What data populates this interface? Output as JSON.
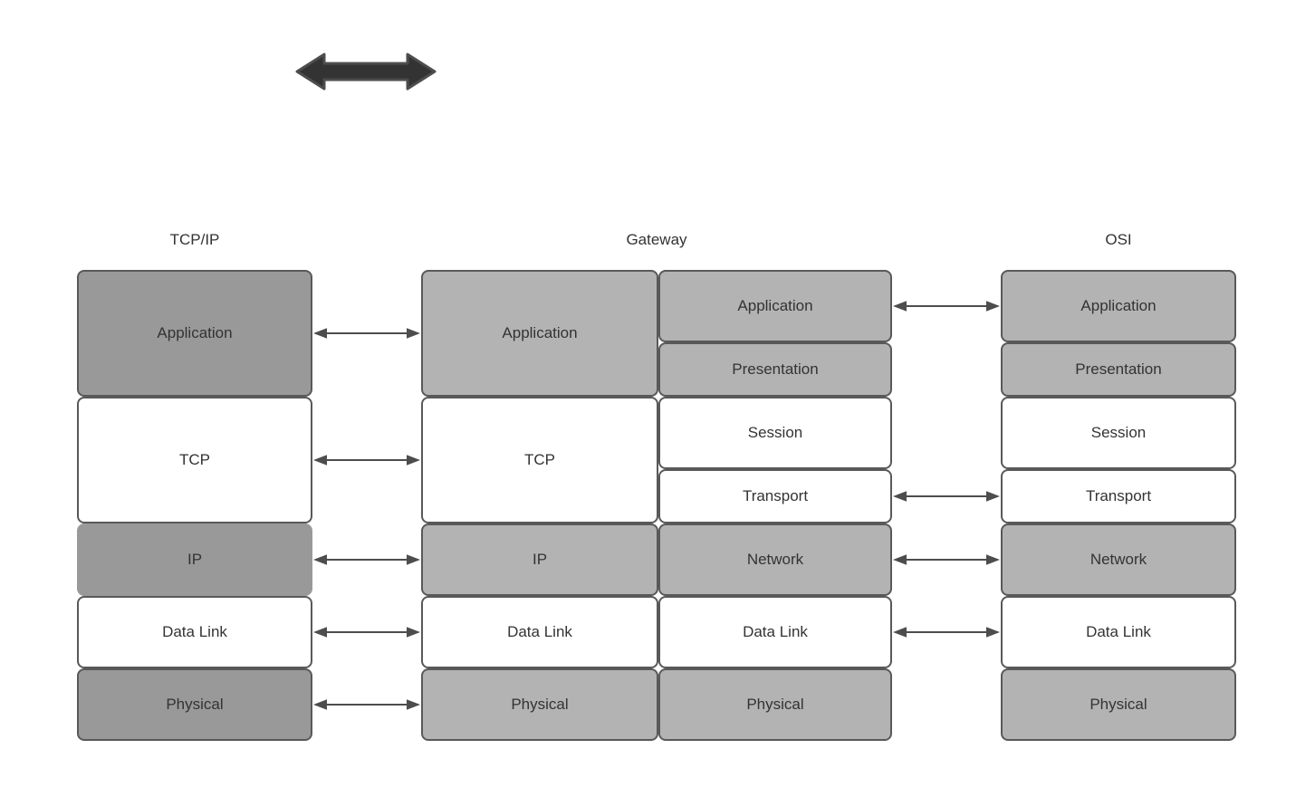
{
  "columns": {
    "tcpip": {
      "title": "TCP/IP",
      "layers": [
        {
          "label": "Application",
          "shade": "dark"
        },
        {
          "label": "TCP",
          "shade": "white"
        },
        {
          "label": "IP",
          "shade": "dark",
          "borderless": true
        },
        {
          "label": "Data Link",
          "shade": "white"
        },
        {
          "label": "Physical",
          "shade": "dark"
        }
      ]
    },
    "gateway": {
      "title": "Gateway",
      "left_layers": [
        {
          "label": "Application",
          "shade": "light"
        },
        {
          "label": "TCP",
          "shade": "white"
        },
        {
          "label": "IP",
          "shade": "light"
        },
        {
          "label": "Data Link",
          "shade": "white"
        },
        {
          "label": "Physical",
          "shade": "light"
        }
      ],
      "right_layers": [
        {
          "label": "Application",
          "shade": "light"
        },
        {
          "label": "Presentation",
          "shade": "light"
        },
        {
          "label": "Session",
          "shade": "white"
        },
        {
          "label": "Transport",
          "shade": "white"
        },
        {
          "label": "Network",
          "shade": "light"
        },
        {
          "label": "Data Link",
          "shade": "white"
        },
        {
          "label": "Physical",
          "shade": "light"
        }
      ]
    },
    "osi": {
      "title": "OSI",
      "layers": [
        {
          "label": "Application",
          "shade": "light"
        },
        {
          "label": "Presentation",
          "shade": "light"
        },
        {
          "label": "Session",
          "shade": "white"
        },
        {
          "label": "Transport",
          "shade": "white"
        },
        {
          "label": "Network",
          "shade": "light"
        },
        {
          "label": "Data Link",
          "shade": "white"
        },
        {
          "label": "Physical",
          "shade": "light"
        }
      ]
    }
  },
  "connections": {
    "tcpip_to_gateway": [
      "Application",
      "TCP",
      "IP",
      "Data Link",
      "Physical"
    ],
    "gateway_to_osi": [
      "Application",
      "Transport",
      "Network",
      "Data Link"
    ]
  },
  "icons": {
    "top_arrow": "double-headed-arrow-icon",
    "connector": "double-arrow-connector-icon"
  },
  "colors": {
    "dark_gray": "#999999",
    "light_gray": "#b3b3b3",
    "white": "#ffffff",
    "border": "#595959",
    "text": "#333333",
    "arrow": "#4d4d4d",
    "thick_arrow_fill": "#333333",
    "thick_arrow_stroke": "#4d4d4d"
  }
}
